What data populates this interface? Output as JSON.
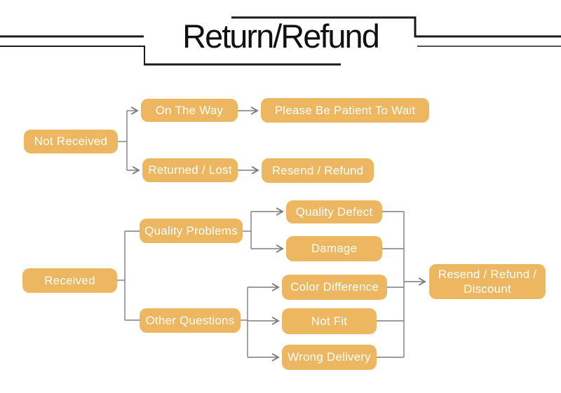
{
  "title": "Return/Refund",
  "colors": {
    "node_fill": "#ECB760",
    "node_text": "#FFFFFF",
    "connector": "#7D7D7D",
    "decor_line": "#1A1A1A"
  },
  "flow": {
    "not_received": {
      "label": "Not Received",
      "branches": [
        {
          "label": "On The Way",
          "outcome": "Please Be Patient To Wait"
        },
        {
          "label": "Returned / Lost",
          "outcome": "Resend / Refund"
        }
      ]
    },
    "received": {
      "label": "Received",
      "branches": [
        {
          "label": "Quality Problems",
          "reasons": [
            "Quality Defect",
            "Damage"
          ]
        },
        {
          "label": "Other Questions",
          "reasons": [
            "Color Difference",
            "Not Fit",
            "Wrong Delivery"
          ]
        }
      ],
      "outcome": "Resend / Refund / Discount"
    }
  }
}
